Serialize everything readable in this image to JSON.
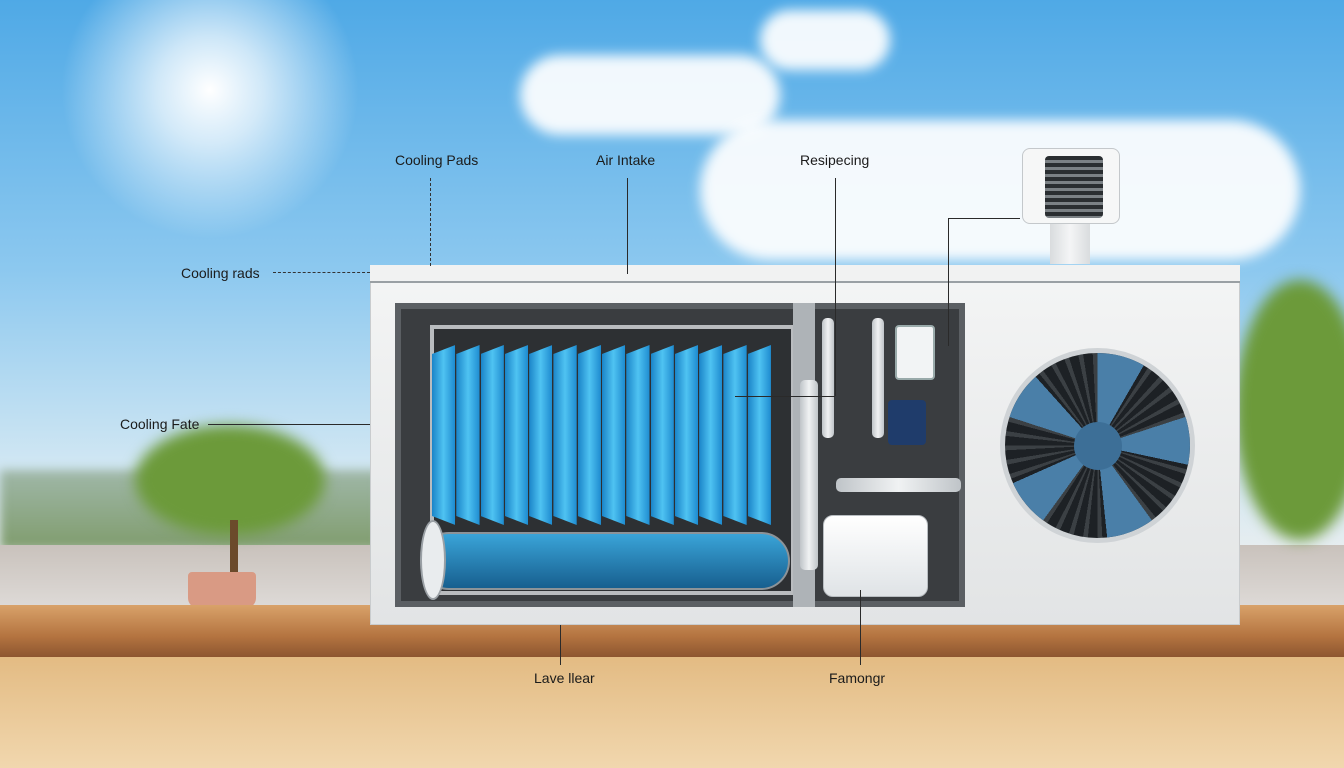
{
  "labels": {
    "cooling_pads_top": "Cooling Pads",
    "air_intake": "Air Intake",
    "resipecing": "Resipecing",
    "cooling_rads": "Cooling rads",
    "cooling_fate": "Cooling Fate",
    "lave_llear": "Lave llear",
    "famongr": "Famongr"
  },
  "colors": {
    "sky": "#4fa9e6",
    "pad": "#2fa6e0",
    "fan_blade": "#4a7fa8",
    "table": "#b47440"
  }
}
